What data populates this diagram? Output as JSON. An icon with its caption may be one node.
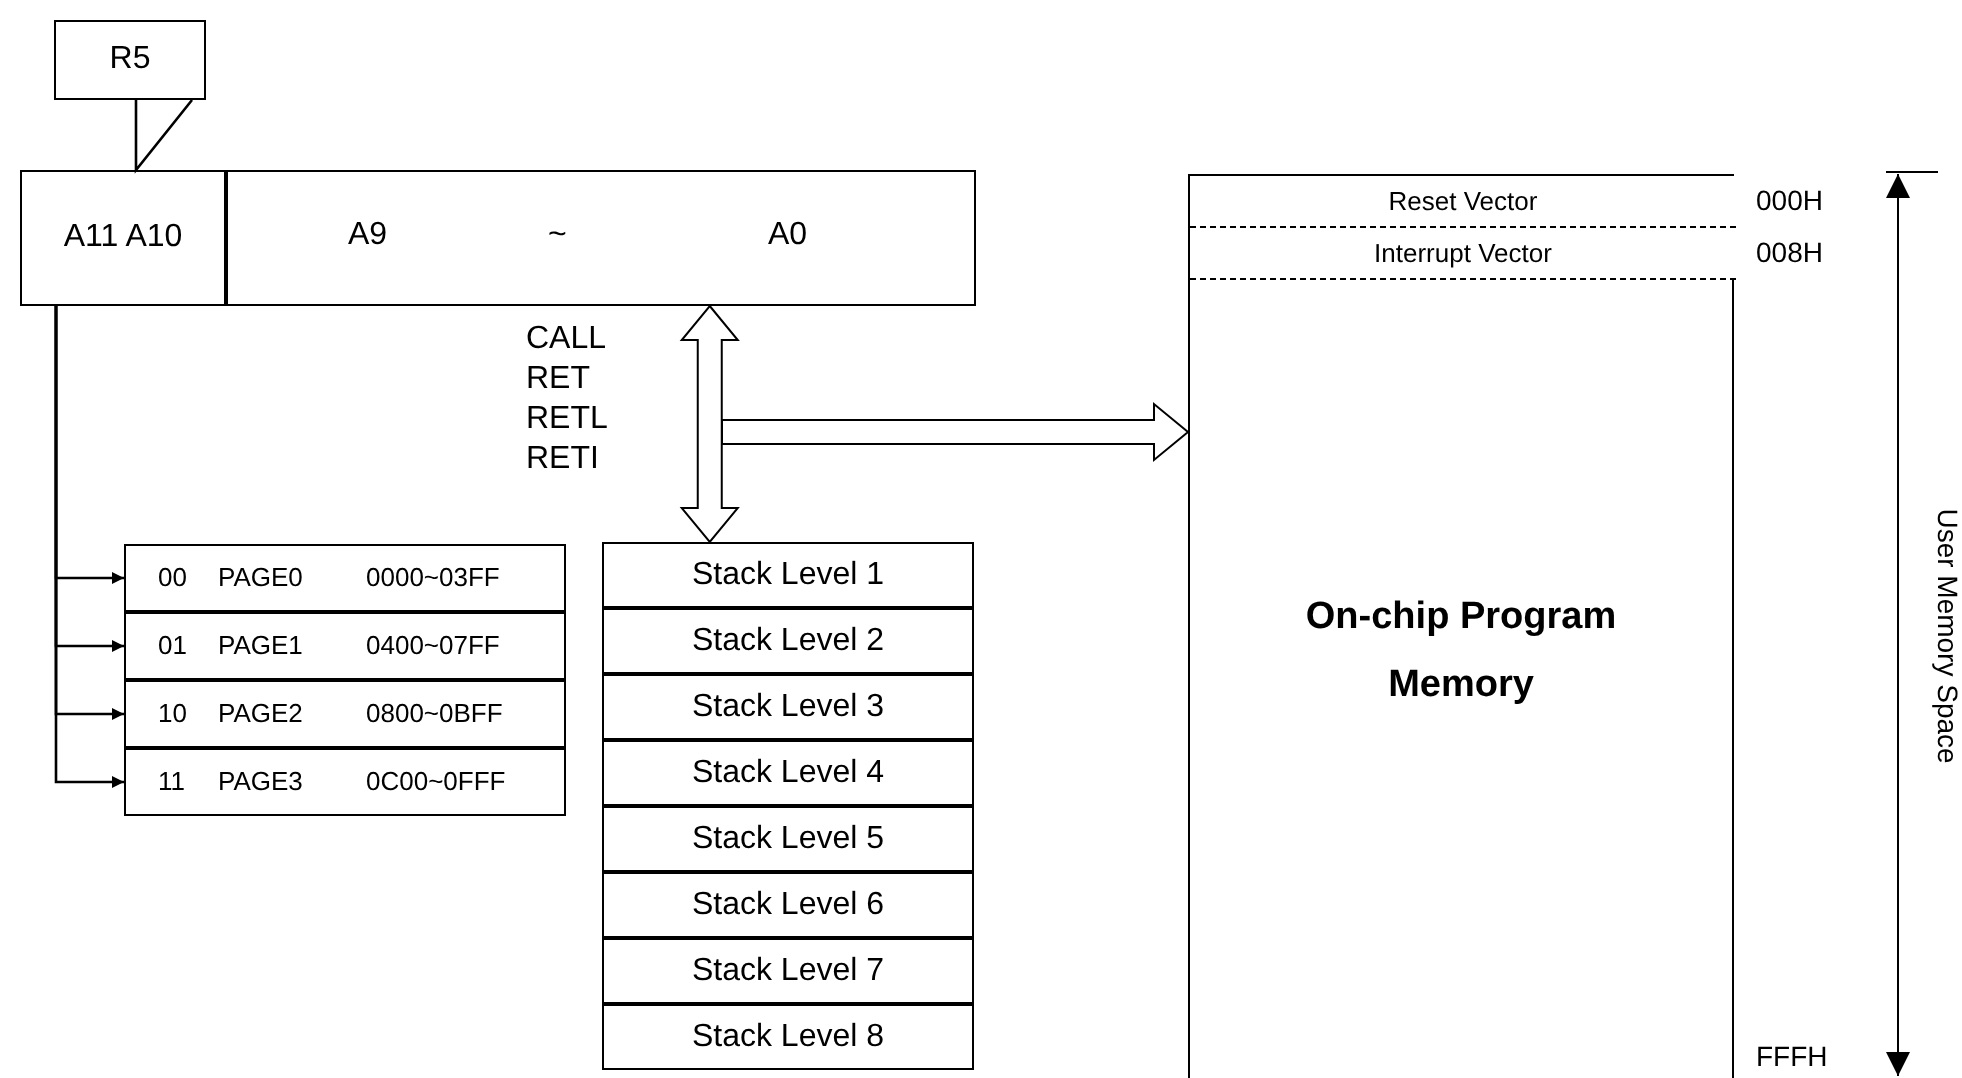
{
  "diagram": {
    "nodes": [
      {
        "text": [
          "R5"
        ]
      },
      {
        "text": [
          "A11  A10"
        ]
      },
      {
        "text": [
          "A9",
          "~",
          "A0"
        ]
      },
      {
        "text": [
          "00",
          "PAGE0",
          "0000~03FF"
        ]
      },
      {
        "text": [
          "01",
          "PAGE1",
          "0400~07FF"
        ]
      },
      {
        "text": [
          "10",
          "PAGE2",
          "0800~0BFF"
        ]
      },
      {
        "text": [
          "11",
          "PAGE3",
          "0C00~0FFF"
        ]
      },
      {
        "text": [
          "Stack Level 1"
        ]
      },
      {
        "text": [
          "Stack Level 2"
        ]
      },
      {
        "text": [
          "Stack Level 3"
        ]
      },
      {
        "text": [
          "Stack Level 4"
        ]
      },
      {
        "text": [
          "Stack Level 5"
        ]
      },
      {
        "text": [
          "Stack Level 6"
        ]
      },
      {
        "text": [
          "Stack Level 7"
        ]
      },
      {
        "text": [
          "Stack Level 8"
        ]
      },
      {
        "text": [
          "On-chip Program Memory"
        ]
      },
      {
        "text": [
          "Reset Vector"
        ],
        "in": 15,
        "beside": [
          "000H"
        ]
      },
      {
        "text": [
          "Interrupt Vector"
        ],
        "in": 15,
        "beside": [
          "008H"
        ]
      }
    ],
    "edges": [
      {
        "from": 0,
        "to": 1,
        "arrow": "none"
      },
      {
        "from": 1,
        "to": 3,
        "arrow": "to"
      },
      {
        "from": 1,
        "to": 4,
        "arrow": "to"
      },
      {
        "from": 1,
        "to": 5,
        "arrow": "to"
      },
      {
        "from": 1,
        "to": 6,
        "arrow": "to"
      },
      {
        "from": 2,
        "to": 7,
        "arrow": "both",
        "label": "CALL RET RETL RETI",
        "style": "thick"
      },
      {
        "from": null,
        "to": 15,
        "arrow": "to",
        "style": "thick"
      }
    ],
    "labels": [
      "FFFH",
      "User Memory Space"
    ]
  }
}
